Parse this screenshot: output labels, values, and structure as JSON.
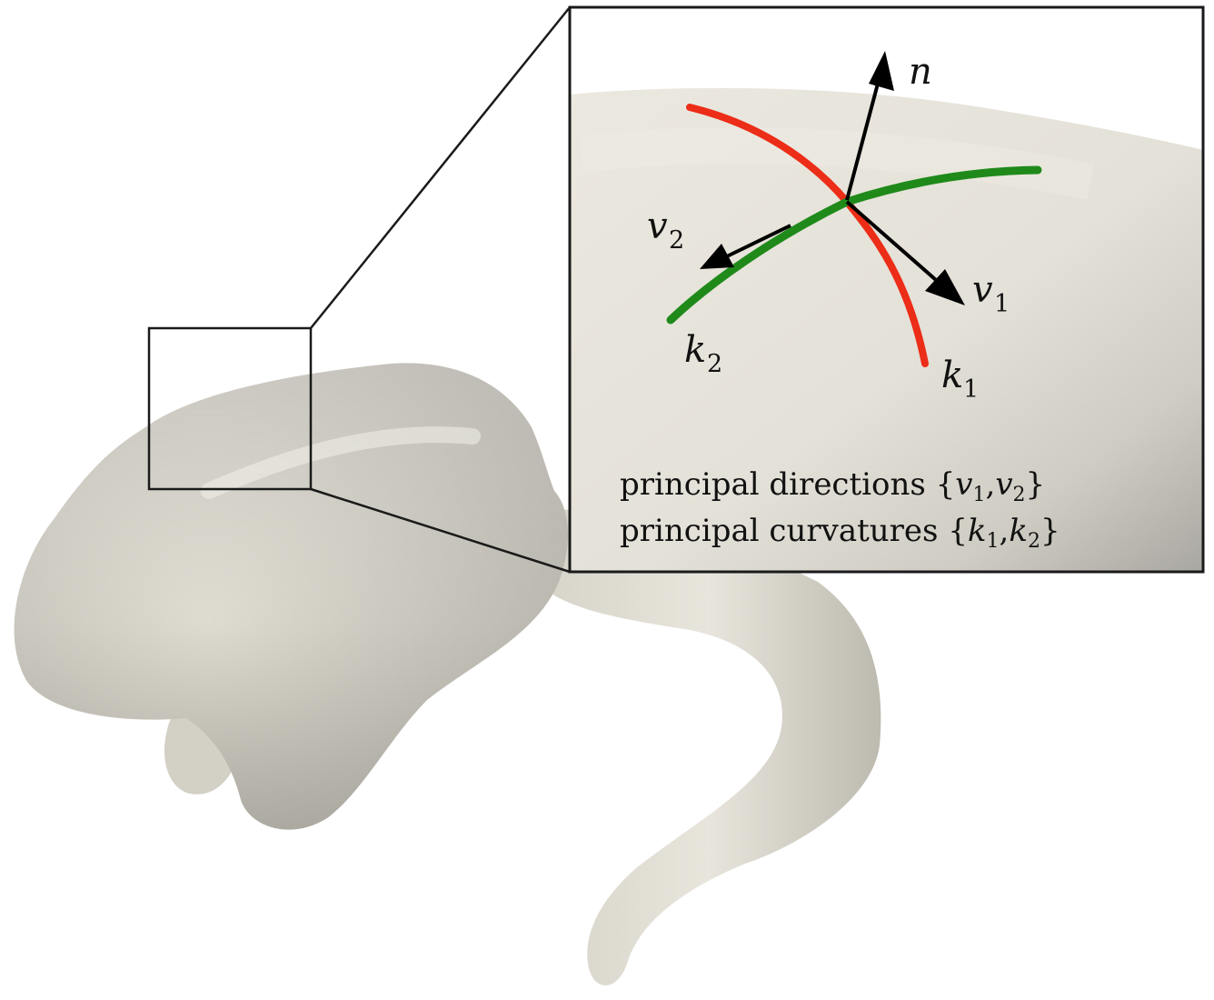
{
  "labels": {
    "normal": "n",
    "v": "v",
    "k": "k",
    "one": "1",
    "two": "2"
  },
  "caption": {
    "line1_prefix": "principal directions {",
    "line1_suffix": "}",
    "line2_prefix": "principal curvatures {",
    "line2_suffix": "}",
    "comma": ","
  },
  "colors": {
    "surface": "#e6e3da",
    "curve_k1": "#ec2d17",
    "curve_k2": "#1f8a1a",
    "arrows": "#000000",
    "frame": "#1a1a1a"
  }
}
